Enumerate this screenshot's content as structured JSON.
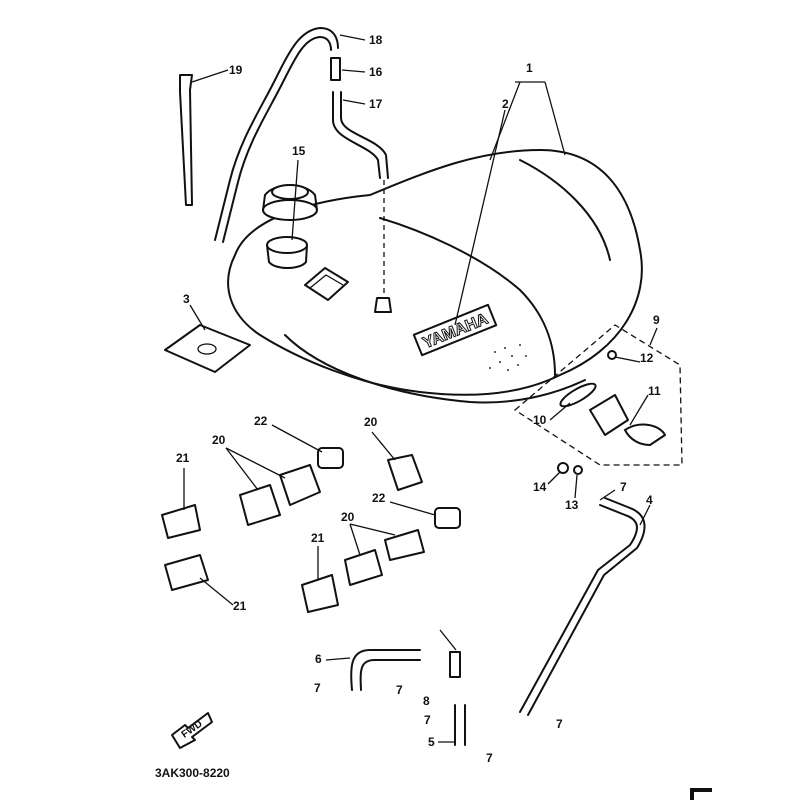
{
  "diagram": {
    "part_code": "3AK300-8220",
    "fwd_label": "FWD",
    "brand_logo": "YAMAHA",
    "callouts": [
      "1",
      "2",
      "3",
      "4",
      "5",
      "6",
      "7",
      "8",
      "9",
      "10",
      "11",
      "12",
      "13",
      "14",
      "15",
      "16",
      "17",
      "18",
      "19",
      "20",
      "21",
      "22"
    ]
  }
}
